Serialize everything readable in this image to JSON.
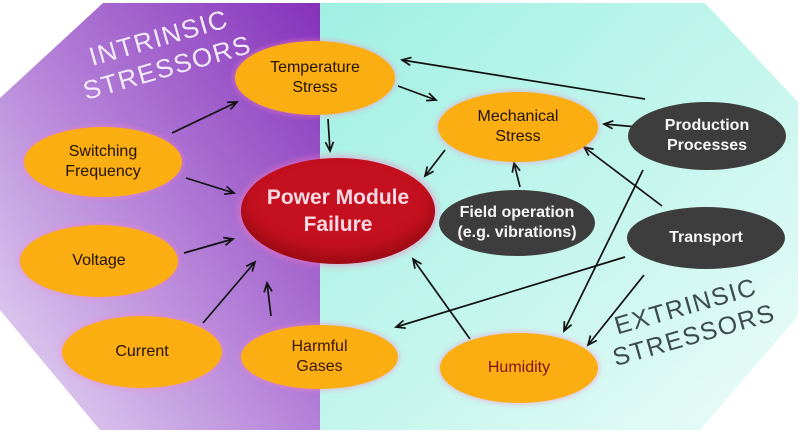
{
  "diagram": {
    "title": "Power module failure stressors diagram",
    "zones": {
      "intrinsic": {
        "line1": "INTRINSIC",
        "line2": "STRESSORS"
      },
      "extrinsic": {
        "line1": "EXTRINSIC",
        "line2": "STRESSORS"
      }
    },
    "nodes": {
      "temperature": {
        "line1": "Temperature",
        "line2": "Stress",
        "kind": "intrinsic-stressor"
      },
      "switching": {
        "line1": "Switching",
        "line2": "Frequency",
        "kind": "intrinsic-stressor"
      },
      "voltage": {
        "line1": "Voltage",
        "kind": "intrinsic-stressor"
      },
      "current": {
        "line1": "Current",
        "kind": "intrinsic-stressor"
      },
      "harmful": {
        "line1": "Harmful",
        "line2": "Gases",
        "kind": "extrinsic-stressor"
      },
      "mechanical": {
        "line1": "Mechanical",
        "line2": "Stress",
        "kind": "extrinsic-stressor"
      },
      "fieldop": {
        "line1": "Field operation",
        "line2": "(e.g. vibrations)",
        "kind": "external-source"
      },
      "humidity": {
        "line1": "Humidity",
        "kind": "extrinsic-stressor"
      },
      "production": {
        "line1": "Production",
        "line2": "Processes",
        "kind": "external-source"
      },
      "transport": {
        "line1": "Transport",
        "kind": "external-source"
      },
      "failure": {
        "line1": "Power Module",
        "line2": "Failure",
        "kind": "failure-effect"
      }
    },
    "edges": [
      {
        "from": "switching-frequency",
        "to": "temperature-stress"
      },
      {
        "from": "switching-frequency",
        "to": "power-module-failure"
      },
      {
        "from": "voltage",
        "to": "power-module-failure"
      },
      {
        "from": "current",
        "to": "power-module-failure"
      },
      {
        "from": "temperature-stress",
        "to": "power-module-failure"
      },
      {
        "from": "temperature-stress",
        "to": "mechanical-stress"
      },
      {
        "from": "mechanical-stress",
        "to": "power-module-failure"
      },
      {
        "from": "harmful-gases",
        "to": "power-module-failure"
      },
      {
        "from": "humidity",
        "to": "power-module-failure"
      },
      {
        "from": "field-operation",
        "to": "mechanical-stress"
      },
      {
        "from": "production-processes",
        "to": "mechanical-stress"
      },
      {
        "from": "production-processes",
        "to": "temperature-stress"
      },
      {
        "from": "production-processes",
        "to": "humidity"
      },
      {
        "from": "transport",
        "to": "mechanical-stress"
      },
      {
        "from": "transport",
        "to": "harmful-gases"
      },
      {
        "from": "transport",
        "to": "humidity"
      }
    ],
    "colors": {
      "stressor_fill": "#fbae12",
      "external_fill": "#3d3d3d",
      "failure_fill": "#c5101f",
      "failure_text": "#f9d9e3",
      "intrinsic_bg_light": "#e7dcf4",
      "intrinsic_bg_dark": "#8531ba",
      "extrinsic_bg_light": "#eefcf9",
      "extrinsic_bg_dark": "#9ff0e2",
      "arrow": "#111111",
      "humidity_text": "#7c1310",
      "node_text": "#221205"
    }
  }
}
